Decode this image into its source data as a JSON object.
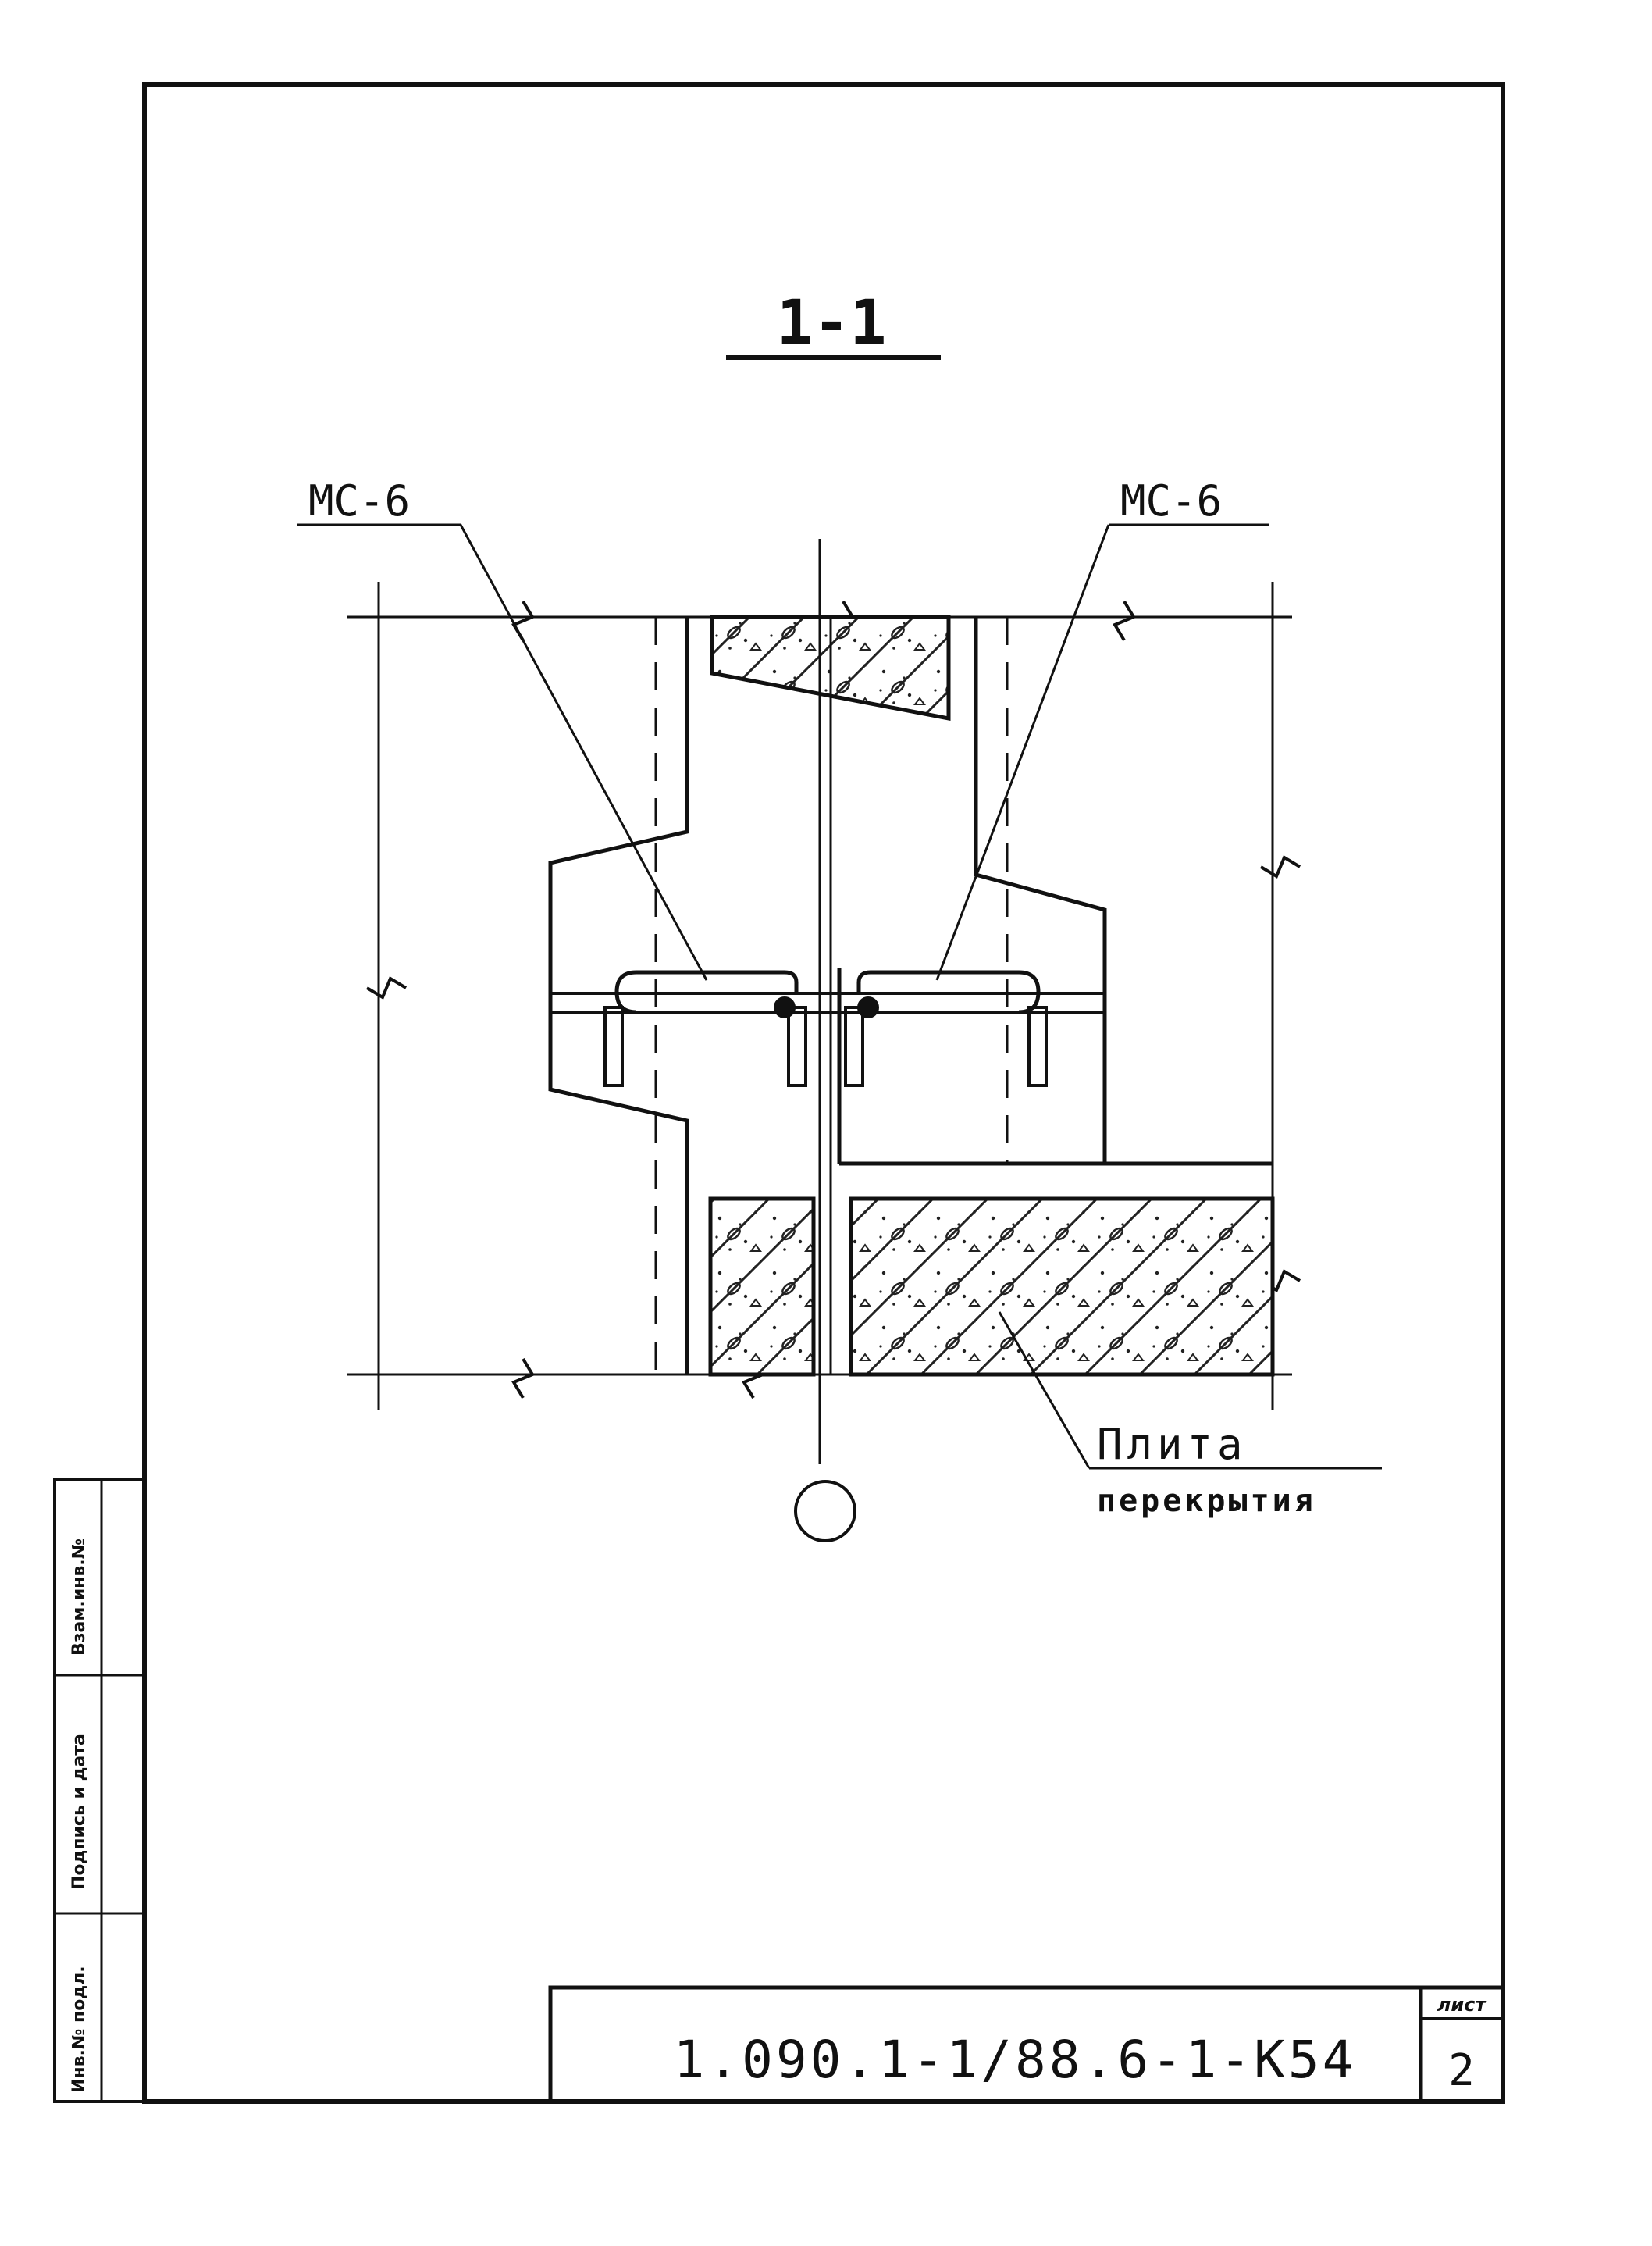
{
  "drawing": {
    "section_title": "1-1",
    "callout_left": "МС-6",
    "callout_right": "МС-6",
    "slab_label_line1": "Плита",
    "slab_label_line2": "перекрытия"
  },
  "title_block": {
    "document_code": "1.090.1-1/88.6-1-К54",
    "sheet_label": "лист",
    "sheet_number": "2"
  },
  "side_stamp": {
    "field1": "Инв.№ подл.",
    "field2": "Подпись и дата",
    "field3": "Взам.инв.№"
  }
}
